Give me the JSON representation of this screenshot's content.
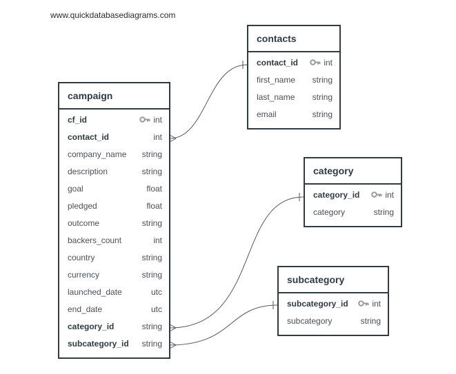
{
  "watermark": "www.quickdatabasediagrams.com",
  "tables": {
    "contacts": {
      "name": "contacts",
      "fields": [
        {
          "name": "contact_id",
          "type": "int",
          "pk": true,
          "bold": true
        },
        {
          "name": "first_name",
          "type": "string"
        },
        {
          "name": "last_name",
          "type": "string"
        },
        {
          "name": "email",
          "type": "string"
        }
      ]
    },
    "campaign": {
      "name": "campaign",
      "fields": [
        {
          "name": "cf_id",
          "type": "int",
          "pk": true,
          "bold": true
        },
        {
          "name": "contact_id",
          "type": "int",
          "bold": true
        },
        {
          "name": "company_name",
          "type": "string"
        },
        {
          "name": "description",
          "type": "string"
        },
        {
          "name": "goal",
          "type": "float"
        },
        {
          "name": "pledged",
          "type": "float"
        },
        {
          "name": "outcome",
          "type": "string"
        },
        {
          "name": "backers_count",
          "type": "int"
        },
        {
          "name": "country",
          "type": "string"
        },
        {
          "name": "currency",
          "type": "string"
        },
        {
          "name": "launched_date",
          "type": "utc"
        },
        {
          "name": "end_date",
          "type": "utc"
        },
        {
          "name": "category_id",
          "type": "string",
          "bold": true
        },
        {
          "name": "subcategory_id",
          "type": "string",
          "bold": true
        }
      ]
    },
    "category": {
      "name": "category",
      "fields": [
        {
          "name": "category_id",
          "type": "int",
          "pk": true,
          "bold": true
        },
        {
          "name": "category",
          "type": "string"
        }
      ]
    },
    "subcategory": {
      "name": "subcategory",
      "fields": [
        {
          "name": "subcategory_id",
          "type": "int",
          "pk": true,
          "bold": true
        },
        {
          "name": "subcategory",
          "type": "string"
        }
      ]
    }
  },
  "colors": {
    "border": "#2f3a42",
    "connector": "#555555",
    "key_icon": "#9a9a9a"
  }
}
